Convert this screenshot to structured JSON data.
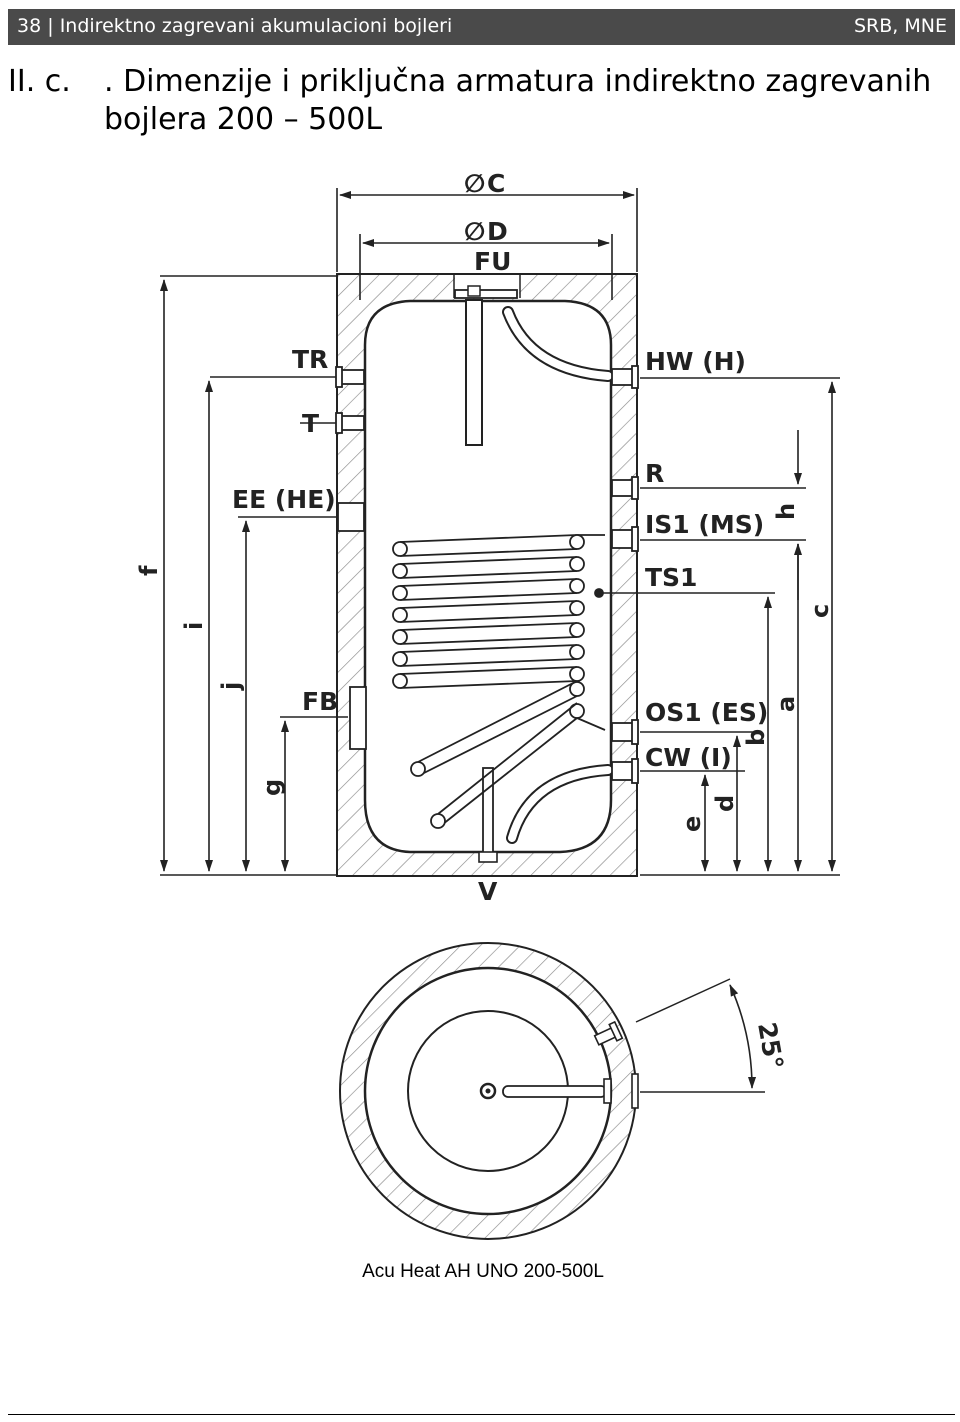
{
  "header": {
    "page_number": "38",
    "separator": "|",
    "doc_title": "Indirektno zagrevani akumulacioni bojleri",
    "region": "SRB, MNE"
  },
  "section": {
    "number": "II. c.",
    "title_line1": ". Dimenzije i priključna armatura indirektno zagrevanih",
    "title_line2": "bojlera 200 – 500L"
  },
  "diagram": {
    "top_labels": {
      "outer_diameter": "C",
      "inner_diameter": "D",
      "top_port": "FU",
      "diameter_symbol": "∅"
    },
    "left_ports": {
      "tr": "TR",
      "t": "T",
      "ee": "EE (HE)",
      "fb": "FB"
    },
    "right_ports": {
      "hw": "HW (H)",
      "r": "R",
      "is1": "IS1 (MS)",
      "ts1": "TS1",
      "os1": "OS1 (ES)",
      "cw": "CW (I)"
    },
    "bottom_port": "V",
    "left_dims": {
      "f": "f",
      "i": "i",
      "j": "j",
      "g": "g"
    },
    "right_dims": {
      "h": "h",
      "c": "c",
      "a": "a",
      "b": "b",
      "d": "d",
      "e": "e"
    },
    "angle": "25°"
  },
  "caption": "Acu Heat AH UNO 200-500L",
  "colors": {
    "header_bg": "#4a4a4a",
    "line": "#222222",
    "hatch": "#999999"
  }
}
